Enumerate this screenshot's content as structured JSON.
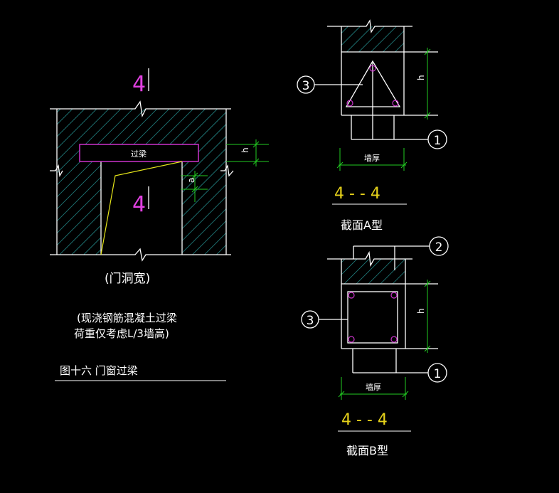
{
  "colors": {
    "background": "#000000",
    "line": "#ffffff",
    "hatch": "#2aa6a6",
    "beam": "#cc33cc",
    "dimension": "#22cc22",
    "section_mark": "#e040e0",
    "section_title": "#e6d21a",
    "rebar": "#cc33cc",
    "yellow_line": "#e6e61a"
  },
  "left_figure": {
    "section_mark_top": "4",
    "section_mark_bottom": "4",
    "beam_label": "过梁",
    "dim_h": "h",
    "dim_a": "a",
    "door_width_label": "(门洞宽)",
    "note_line1": "(现浇钢筋混凝土过梁",
    "note_line2": "荷重仅考虑L/3墙高)",
    "figure_caption": "图十六  门窗过梁"
  },
  "section_a": {
    "dim_h": "h",
    "wall_thickness": "墙厚",
    "section_title": "4 - - 4",
    "type_label": "截面A型",
    "marker_3": "3",
    "marker_1": "1"
  },
  "section_b": {
    "dim_h": "h",
    "wall_thickness": "墙厚",
    "section_title": "4 - - 4",
    "type_label": "截面B型",
    "marker_2": "2",
    "marker_3": "3",
    "marker_1": "1"
  }
}
